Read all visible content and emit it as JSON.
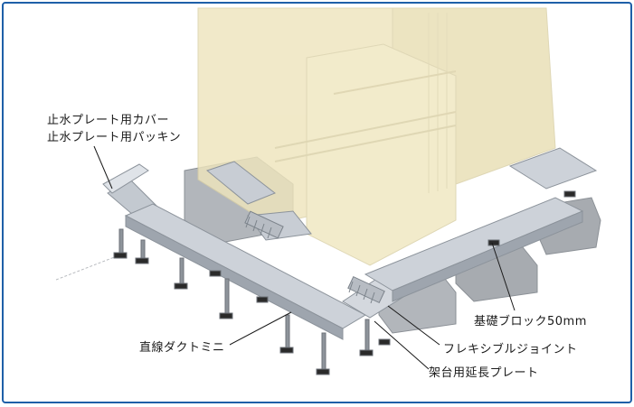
{
  "labels": {
    "cover": "止水プレート用カバー",
    "packing": "止水プレート用パッキン",
    "block": "基礎ブロック50mm",
    "duct": "直線ダクトミニ",
    "joint": "フレキシブルジョイント",
    "plate": "架台用延長プレート"
  },
  "colors": {
    "frame": "#1e5fa8",
    "building": "#eee5bd",
    "duct_top": "#cdd2d9",
    "duct_side": "#9ea5ae",
    "concrete": "#a7abb0",
    "leader": "#1a1a1a"
  }
}
